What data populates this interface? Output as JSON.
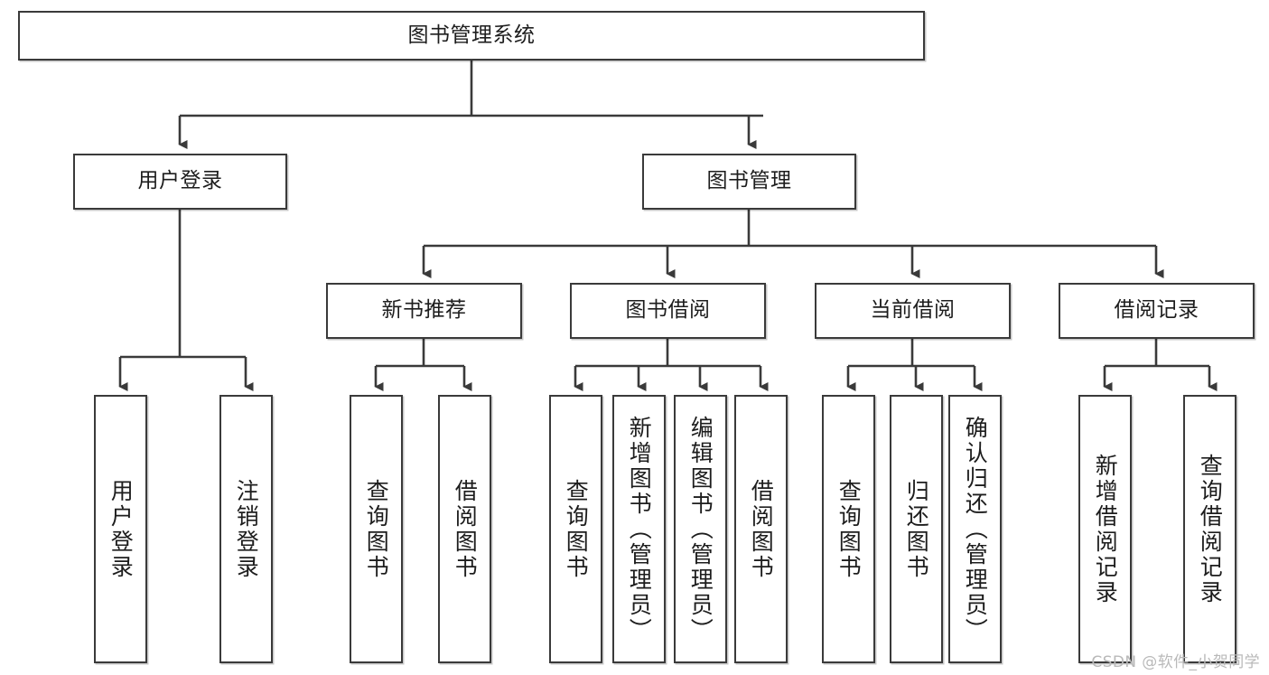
{
  "diagram": {
    "title": "图书管理系统",
    "type": "hierarchy-tree",
    "watermark": "CSDN @软件_小贺同学",
    "colors": {
      "box_border": "#3a3a3a",
      "box_fill": "#ffffff",
      "edge": "#3a3a3a",
      "text": "#1d1d1d",
      "watermark": "#b9b9b9"
    },
    "root": {
      "label": "图书管理系统"
    },
    "level1": [
      {
        "label": "用户登录"
      },
      {
        "label": "图书管理"
      }
    ],
    "level2": [
      {
        "label": "新书推荐"
      },
      {
        "label": "图书借阅"
      },
      {
        "label": "当前借阅"
      },
      {
        "label": "借阅记录"
      }
    ],
    "leaves": {
      "user_login": [
        {
          "label": "用户登录"
        },
        {
          "label": "注销登录"
        }
      ],
      "new_book_recommend": [
        {
          "label": "查询图书"
        },
        {
          "label": "借阅图书"
        }
      ],
      "book_borrow": [
        {
          "label": "查询图书"
        },
        {
          "label": "新增图书（管理员）"
        },
        {
          "label": "编辑图书（管理员）"
        },
        {
          "label": "借阅图书"
        }
      ],
      "current_borrow": [
        {
          "label": "查询图书"
        },
        {
          "label": "归还图书"
        },
        {
          "label": "确认归还（管理员）"
        }
      ],
      "borrow_record": [
        {
          "label": "新增借阅记录"
        },
        {
          "label": "查询借阅记录"
        }
      ]
    }
  }
}
